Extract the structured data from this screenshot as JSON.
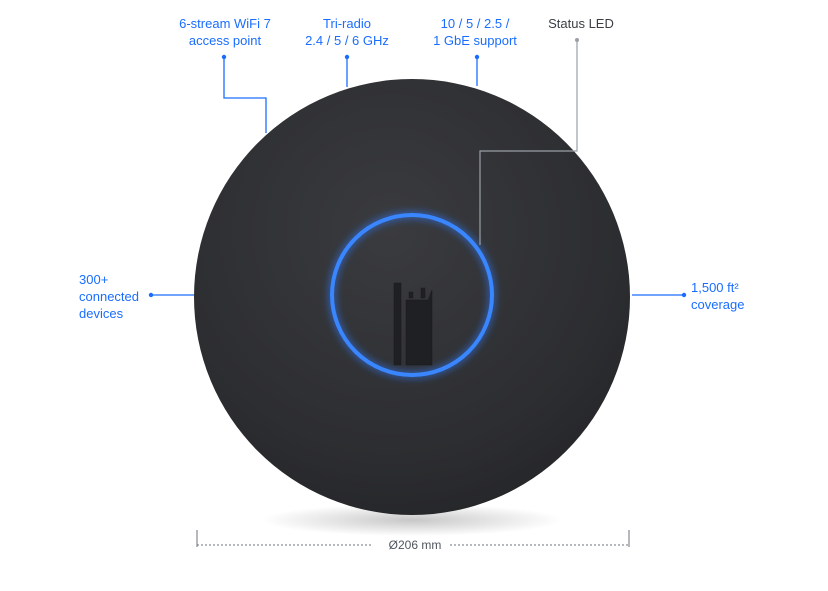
{
  "callouts": {
    "wifi": {
      "lines": [
        "6-stream WiFi 7",
        "access point"
      ]
    },
    "radio": {
      "lines": [
        "Tri-radio",
        "2.4 / 5 / 6 GHz"
      ]
    },
    "speed": {
      "lines": [
        "10 / 5 / 2.5 /",
        "1 GbE support"
      ]
    },
    "led": {
      "lines": [
        "Status LED"
      ]
    },
    "devices": {
      "lines": [
        "300+",
        "connected",
        "devices"
      ]
    },
    "coverage": {
      "lines": [
        "1,500 ft²",
        "coverage"
      ]
    }
  },
  "dimension": {
    "label": "Ø206 mm"
  },
  "colors": {
    "accent": "#1a6dff",
    "device_body": "#2c2d30",
    "led_ring": "#2f7bff",
    "leader_gray": "#9aa0a6"
  },
  "icons": {
    "logo": "ubiquiti-u-logo"
  }
}
